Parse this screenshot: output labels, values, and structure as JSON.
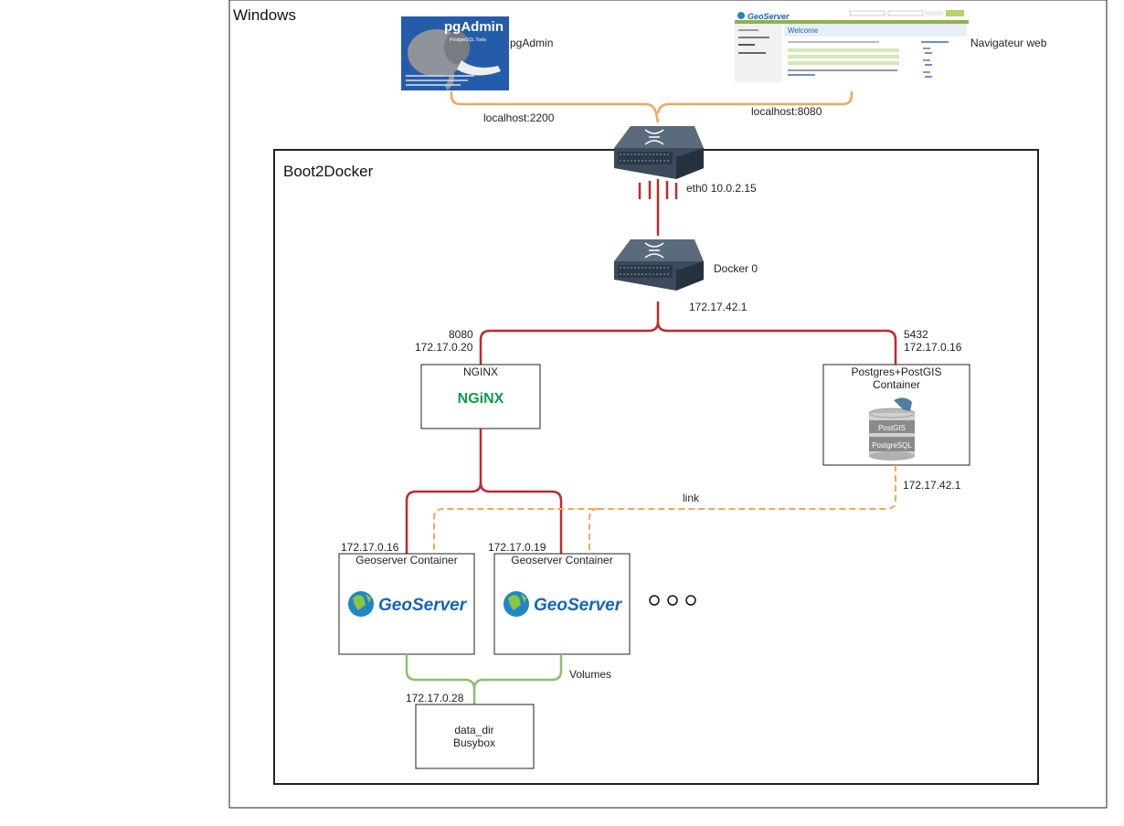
{
  "frames": {
    "windows": "Windows",
    "boot2docker": "Boot2Docker"
  },
  "clients": {
    "pgadmin": {
      "label": "pgAdmin",
      "port": "localhost:2200",
      "logo_title": "pgAdmin",
      "logo_sub": "PostgreSQL Tools"
    },
    "browser": {
      "label": "Navigateur web",
      "port": "localhost:8080",
      "brand": "GeoServer",
      "welcome": "Welcome"
    }
  },
  "network": {
    "eth0": "eth0 10.0.2.15",
    "docker0": "Docker 0",
    "docker0_ip": "172.17.42.1"
  },
  "nginx": {
    "port": "8080",
    "ip": "172.17.0.20",
    "title": "NGINX",
    "logo": "NGiNX"
  },
  "postgres": {
    "port": "5432",
    "ip": "172.17.0.16",
    "title_line1": "Postgres+PostGIS",
    "title_line2": "Container",
    "link_ip": "172.17.42.1",
    "db_top": "PostGIS",
    "db_bottom": "PostgreSQL"
  },
  "link_label": "link",
  "geoservers": [
    {
      "ip": "172.17.0.16",
      "title": "Geoserver Container",
      "logo": "GeoServer"
    },
    {
      "ip": "172.17.0.19",
      "title": "Geoserver Container",
      "logo": "GeoServer"
    }
  ],
  "volumes_label": "Volumes",
  "datadir": {
    "ip": "172.17.0.28",
    "line1": "data_dir",
    "line2": "Busybox"
  },
  "colors": {
    "red": "#c0282b",
    "orange": "#f0a85a",
    "green": "#8abf6a",
    "nginx_green": "#0d9b48",
    "geoserver_blue": "#1565b8",
    "pg_blue": "#336791"
  }
}
